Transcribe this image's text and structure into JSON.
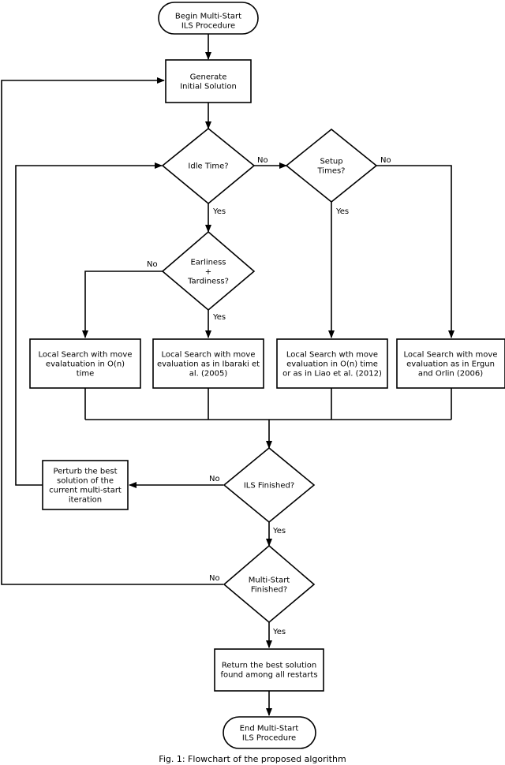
{
  "nodes": {
    "begin": {
      "lines": [
        "Begin Multi-Start",
        "ILS Procedure"
      ]
    },
    "generate": {
      "lines": [
        "Generate",
        "Initial Solution"
      ]
    },
    "idle": {
      "lines": [
        "Idle Time?"
      ]
    },
    "setup": {
      "lines": [
        "Setup",
        "Times?"
      ]
    },
    "et": {
      "lines": [
        "Earliness",
        "+",
        "Tardiness?"
      ]
    },
    "ls1": {
      "lines": [
        "Local Search with move",
        "evalatuation in O(n)",
        "time"
      ]
    },
    "ls2": {
      "lines": [
        "Local Search with move",
        "evaluation as in Ibaraki et",
        "al. (2005)"
      ]
    },
    "ls3": {
      "lines": [
        "Local Search wth move",
        "evaluation in O(n) time",
        "or as in Liao et al. (2012)"
      ]
    },
    "ls4": {
      "lines": [
        "Local Search with move",
        "evaluation as in Ergun",
        "and Orlin (2006)"
      ]
    },
    "perturb": {
      "lines": [
        "Perturb the best",
        "solution of the",
        "current multi-start",
        "iteration"
      ]
    },
    "ils": {
      "lines": [
        "ILS Finished?"
      ]
    },
    "ms": {
      "lines": [
        "Multi-Start",
        "Finished?"
      ]
    },
    "ret": {
      "lines": [
        "Return the best solution",
        "found among all restarts"
      ]
    },
    "end": {
      "lines": [
        "End Multi-Start",
        "ILS Procedure"
      ]
    }
  },
  "edge_labels": {
    "idle_no": "No",
    "idle_yes": "Yes",
    "setup_no": "No",
    "setup_yes": "Yes",
    "et_no": "No",
    "et_yes": "Yes",
    "ils_no": "No",
    "ils_yes": "Yes",
    "ms_no": "No",
    "ms_yes": "Yes"
  },
  "caption": "Fig. 1: Flowchart of the proposed algorithm"
}
